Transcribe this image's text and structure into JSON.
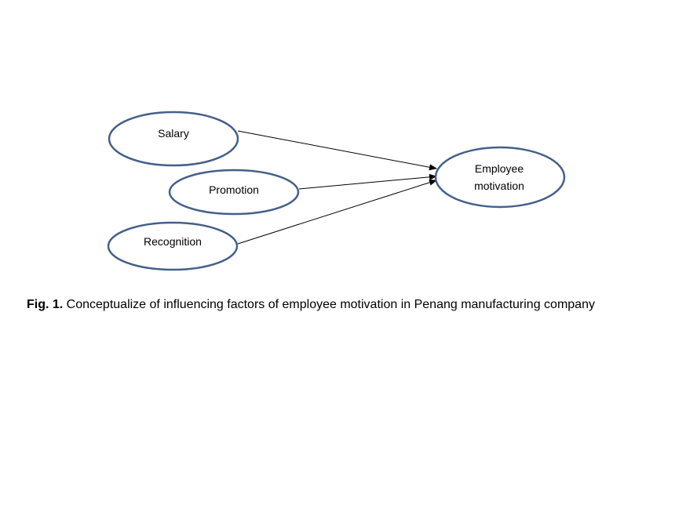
{
  "diagram": {
    "nodes": {
      "salary": {
        "label": "Salary"
      },
      "promotion": {
        "label": "Promotion"
      },
      "recognition": {
        "label": "Recognition"
      },
      "employee_motivation": {
        "line1": "Employee",
        "line2": "motivation"
      }
    },
    "colors": {
      "node_border": "#44608a",
      "arrow": "#000000"
    }
  },
  "caption": {
    "label": "Fig. 1.",
    "text": " Conceptualize of influencing factors of employee motivation in Penang manufacturing company"
  }
}
